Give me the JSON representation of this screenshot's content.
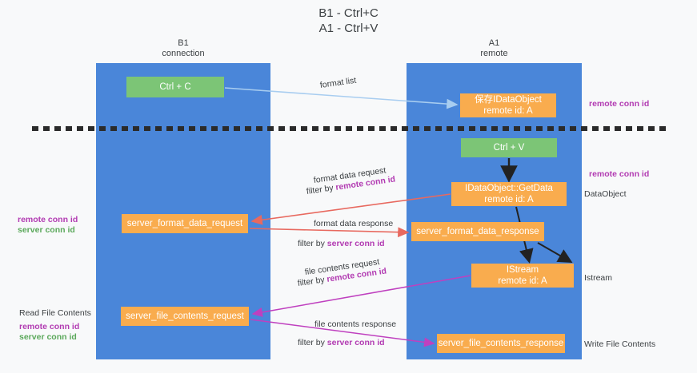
{
  "title": "B1 - Ctrl+C\nA1 - Ctrl+V",
  "columns": {
    "left": {
      "name": "B1",
      "role": "connection",
      "label": "B1\nconnection"
    },
    "right": {
      "name": "A1",
      "role": "remote",
      "label": "A1\nremote"
    }
  },
  "colors": {
    "lane": "#4a86d9",
    "green_node": "#7cc576",
    "orange_node": "#f9ac4e",
    "purple_text": "#b23bb2",
    "green_text": "#5aa85a",
    "arrow_blue": "#a8cdf0",
    "arrow_red": "#e8695f",
    "arrow_magenta": "#bf40bf",
    "arrow_black": "#222222",
    "background": "#f8f9fa"
  },
  "nodes": {
    "ctrl_c": "Ctrl + C",
    "idataobject": "保存IDataObject\nremote id: A",
    "ctrl_v": "Ctrl + V",
    "getdata": "IDataObject::GetData\nremote id: A",
    "server_format_data_request": "server_format_data_request",
    "server_format_data_response": "server_format_data_response",
    "istream": "IStream\nremote id: A",
    "server_file_contents_request": "server_file_contents_request",
    "server_file_contents_response": "server_file_contents_response"
  },
  "edge_labels": {
    "format_list": "format list",
    "format_data_request": "format data request",
    "format_data_request_filter_prefix": "filter by ",
    "format_data_request_filter_key": "remote conn id",
    "format_data_response": "format data response",
    "format_data_response_filter_prefix": "filter by ",
    "format_data_response_filter_key": "server conn id",
    "file_contents_request": "file contents request",
    "file_contents_request_filter_prefix": "filter by ",
    "file_contents_request_filter_key": "remote conn id",
    "file_contents_response": "file contents response",
    "file_contents_response_filter_prefix": "filter by ",
    "file_contents_response_filter_key": "server conn id"
  },
  "annotations": {
    "right": {
      "remote_conn_id_top": "remote conn id",
      "remote_conn_id_mid": "remote conn id",
      "dataobject": "DataObject",
      "istream": "Istream",
      "write_file_contents": "Write File Contents"
    },
    "left": {
      "remote_conn_id": "remote conn id",
      "server_conn_id": "server conn id",
      "read_file_contents": "Read File Contents",
      "remote_conn_id_2": "remote conn id",
      "server_conn_id_2": "server conn id"
    }
  }
}
